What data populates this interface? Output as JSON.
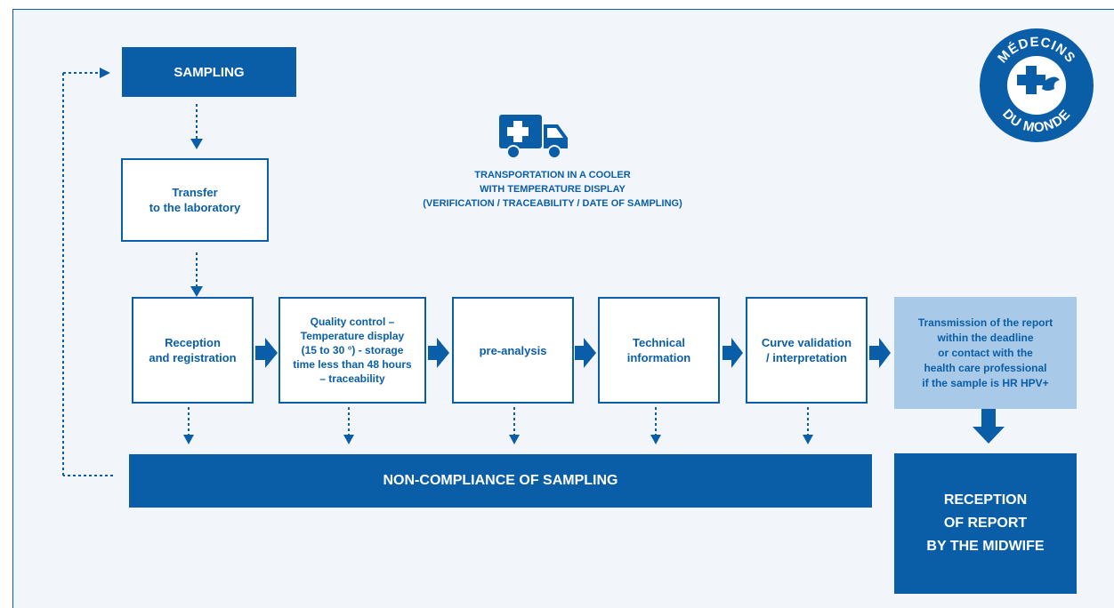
{
  "diagram": {
    "sampling": "SAMPLING",
    "transfer": "Transfer\nto the laboratory",
    "transport_caption": "TRANSPORTATION IN A COOLER\nWITH TEMPERATURE DISPLAY\n(VERIFICATION / TRACEABILITY / DATE OF SAMPLING)",
    "steps": [
      "Reception\nand registration",
      "Quality control –\nTemperature display\n(15 to 30 °) - storage\ntime less than 48 hours\n– traceability",
      "pre-analysis",
      "Technical\ninformation",
      "Curve validation\n/ interpretation"
    ],
    "transmission": "Transmission of the report\nwithin the deadline\nor contact with the\nhealth care professional\nif the sample is HR HPV+",
    "non_compliance": "NON-COMPLIANCE OF SAMPLING",
    "reception_report": "RECEPTION\nOF REPORT\nBY THE MIDWIFE"
  },
  "logo": {
    "top_text": "MÉDECINS",
    "bottom_text": "DU MONDE",
    "icon": "cross-dove-icon"
  },
  "truck_icon": "ambulance-truck-icon",
  "colors": {
    "primary": "#0a5ea8",
    "light": "#a9c9e8",
    "background": "#f2f6fa"
  }
}
